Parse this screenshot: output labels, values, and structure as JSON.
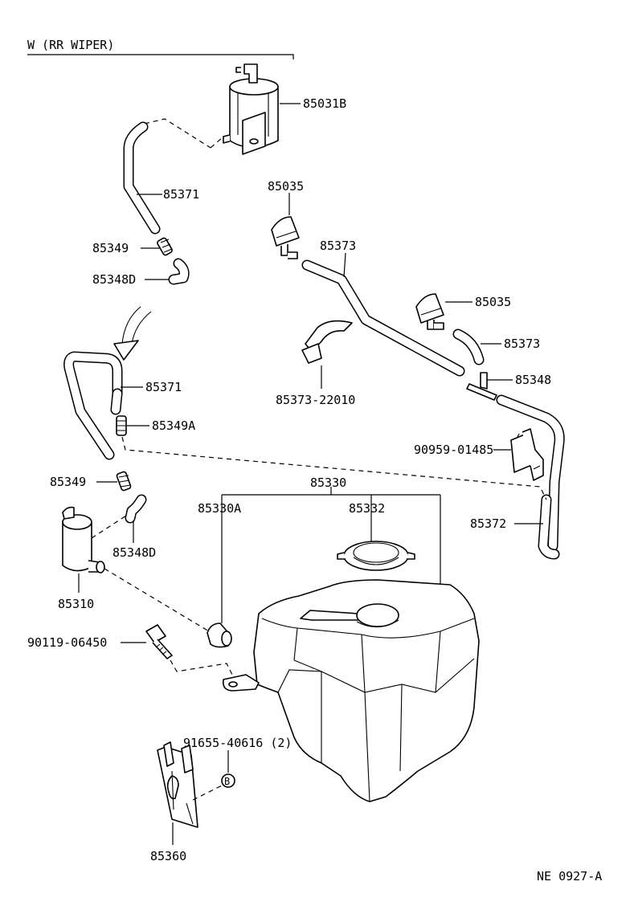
{
  "header": {
    "title": "W (RR WIPER)"
  },
  "labels": {
    "p85031b": "85031B",
    "p85371_top": "85371",
    "p85349_top": "85349",
    "p85348d_top": "85348D",
    "p85035_left": "85035",
    "p85373_main": "85373",
    "p85035_right": "85035",
    "p85373_right": "85373",
    "p85348": "85348",
    "p85373_22010": "85373-22010",
    "p85371_mid": "85371",
    "p85349a": "85349A",
    "p90959_01485": "90959-01485",
    "p85349_low": "85349",
    "p85330": "85330",
    "p85330a": "85330A",
    "p85332": "85332",
    "p85372": "85372",
    "p85348d_low": "85348D",
    "p85310": "85310",
    "p90119_06450": "90119-06450",
    "p91655_40616": "91655-40616 (2)",
    "p85360": "85360",
    "bolt_mark": "B"
  },
  "footer": {
    "code": "NE 0927-A"
  }
}
